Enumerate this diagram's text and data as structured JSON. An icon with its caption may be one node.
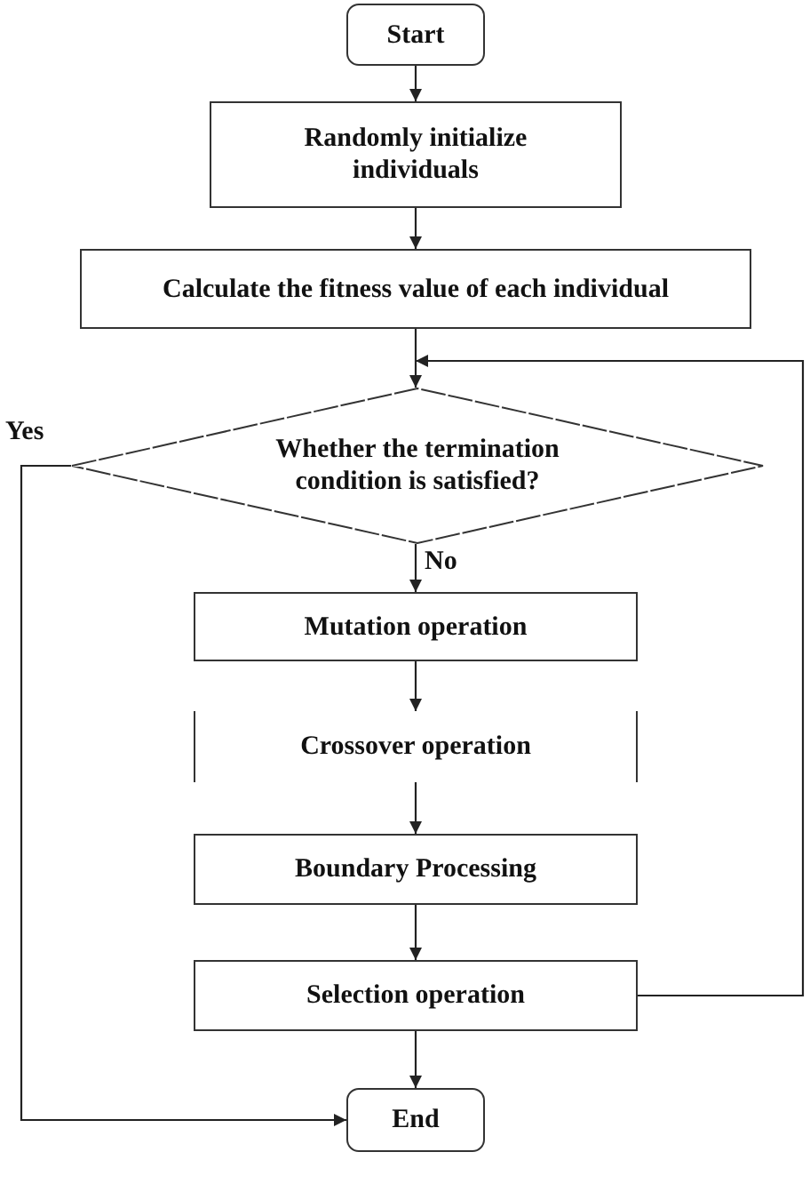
{
  "diagram": {
    "nodes": [
      {
        "text": [
          "Start"
        ]
      },
      {
        "text": [
          "Randomly initialize individuals"
        ]
      },
      {
        "text": [
          "Calculate the fitness value of each individual"
        ]
      },
      {
        "text": [
          "Whether the termination condition is satisfied?"
        ]
      },
      {
        "text": [
          "Mutation operation"
        ]
      },
      {
        "text": [
          "Crossover operation"
        ]
      },
      {
        "text": [
          "Boundary Processing"
        ]
      },
      {
        "text": [
          "Selection operation"
        ]
      },
      {
        "text": [
          "End"
        ]
      }
    ],
    "edges": [
      {
        "from": 0,
        "to": 1,
        "arrow": "to"
      },
      {
        "from": 1,
        "to": 2,
        "arrow": "to"
      },
      {
        "from": 2,
        "to": 3,
        "arrow": "to"
      },
      {
        "from": 3,
        "to": 8,
        "arrow": "to",
        "label": "Yes"
      },
      {
        "from": 3,
        "to": 4,
        "arrow": "to",
        "label": "No"
      },
      {
        "from": 4,
        "to": 5,
        "arrow": "to"
      },
      {
        "from": 5,
        "to": 6,
        "arrow": "to"
      },
      {
        "from": 6,
        "to": 7,
        "arrow": "to"
      },
      {
        "from": 7,
        "to": 8,
        "arrow": "to"
      },
      {
        "from": 7,
        "to": 3,
        "arrow": "to"
      }
    ]
  }
}
